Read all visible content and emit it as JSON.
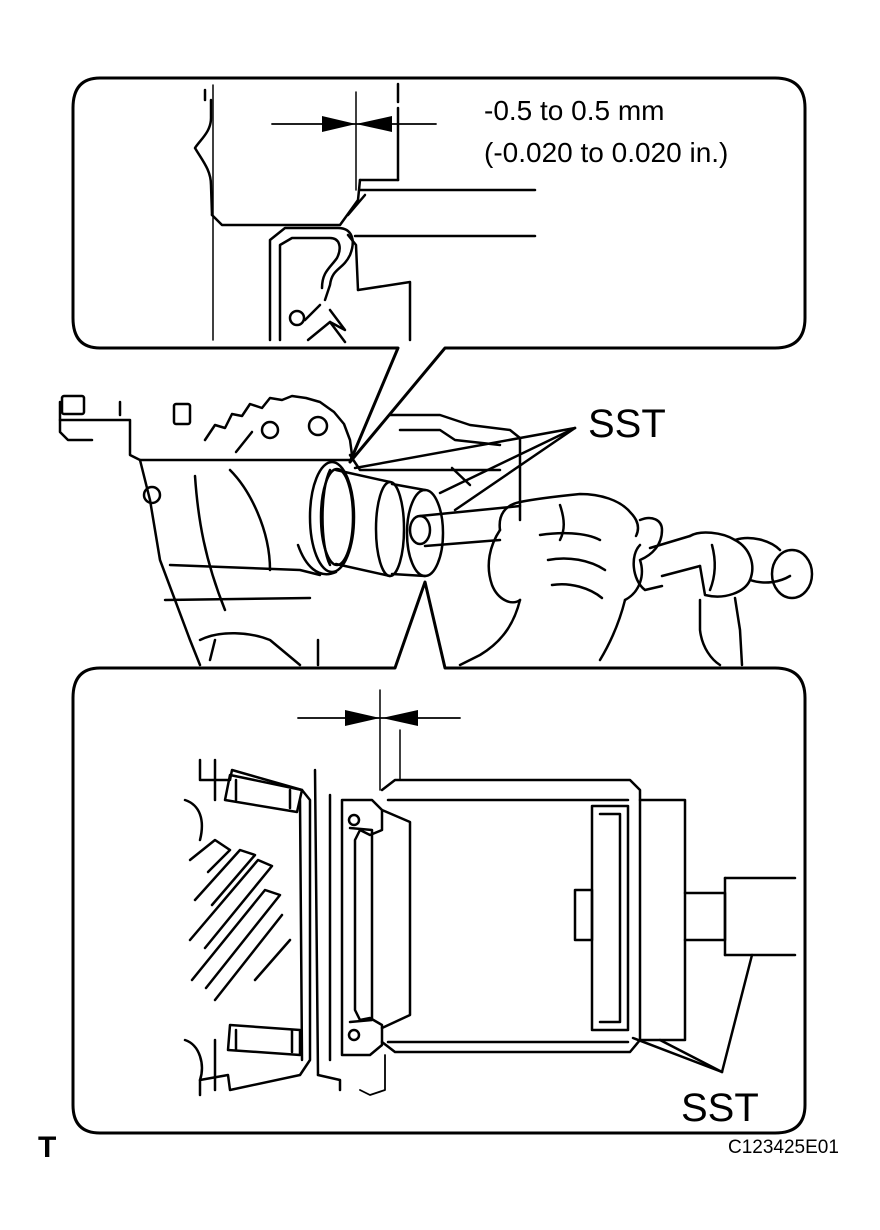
{
  "spec": {
    "line1": "-0.5 to 0.5 mm",
    "line2": "(-0.020 to 0.020 in.)"
  },
  "labels": {
    "sst_main": "SST",
    "sst_detail": "SST"
  },
  "corner": {
    "letter": "T",
    "figure_code": "C123425E01"
  },
  "colors": {
    "ink": "#000000",
    "paper": "#ffffff"
  }
}
